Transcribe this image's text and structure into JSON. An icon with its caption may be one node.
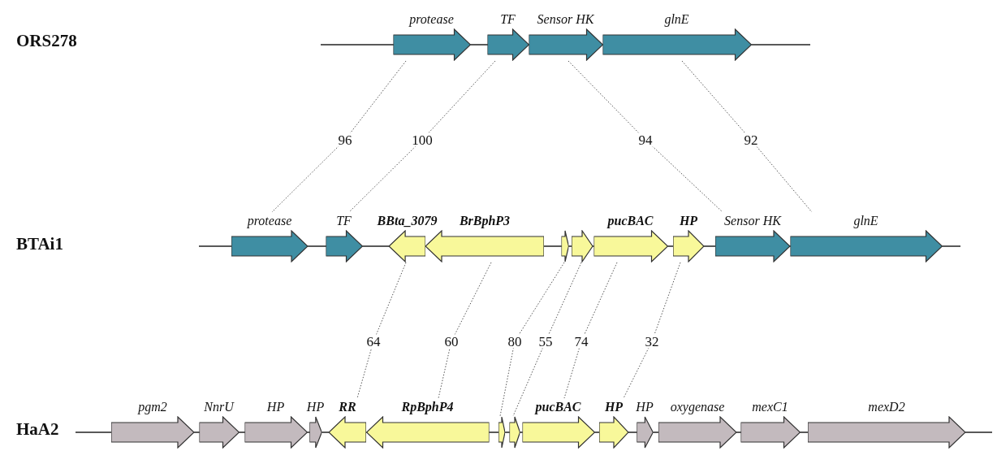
{
  "diagram": {
    "nodes": [
      {
        "text": [
          "protease"
        ]
      },
      {
        "text": [
          "TF"
        ]
      },
      {
        "text": [
          "Sensor HK"
        ]
      },
      {
        "text": [
          "glnE"
        ]
      },
      {
        "text": [
          "protease"
        ]
      },
      {
        "text": [
          "TF"
        ]
      },
      {
        "text": [
          "BBta_3079"
        ]
      },
      {
        "text": [
          "BrBphP3"
        ]
      },
      {
        "text": [],
        "shape": "arrow"
      },
      {
        "text": [],
        "shape": "arrow"
      },
      {
        "text": [
          "pucBAC"
        ]
      },
      {
        "text": [
          "HP"
        ]
      },
      {
        "text": [
          "Sensor HK"
        ]
      },
      {
        "text": [
          "glnE"
        ]
      },
      {
        "text": [
          "pgm2"
        ]
      },
      {
        "text": [
          "NnrU"
        ]
      },
      {
        "text": [
          "HP"
        ]
      },
      {
        "text": [
          "HP"
        ]
      },
      {
        "text": [
          "RR"
        ]
      },
      {
        "text": [
          "RpBphP4"
        ]
      },
      {
        "text": [],
        "shape": "arrow"
      },
      {
        "text": [],
        "shape": "arrow"
      },
      {
        "text": [
          "pucBAC"
        ]
      },
      {
        "text": [
          "HP"
        ]
      },
      {
        "text": [
          "HP"
        ]
      },
      {
        "text": [
          "oxygenase"
        ]
      },
      {
        "text": [
          "mexC1"
        ]
      },
      {
        "text": [
          "mexD2"
        ]
      }
    ],
    "edges": [
      {
        "from": 0,
        "to": 4,
        "arrow": "none",
        "label": "96"
      },
      {
        "from": 1,
        "to": 5,
        "arrow": "none",
        "label": "100"
      },
      {
        "from": 2,
        "to": 12,
        "arrow": "none",
        "label": "94"
      },
      {
        "from": 3,
        "to": 13,
        "arrow": "none",
        "label": "92"
      },
      {
        "from": 6,
        "to": 18,
        "arrow": "none",
        "label": "64"
      },
      {
        "from": 7,
        "to": 19,
        "arrow": "none",
        "label": "60"
      },
      {
        "from": 8,
        "to": 20,
        "arrow": "none",
        "label": "80"
      },
      {
        "from": 9,
        "to": 21,
        "arrow": "none",
        "label": "55"
      },
      {
        "from": 10,
        "to": 22,
        "arrow": "none",
        "label": "74"
      },
      {
        "from": 11,
        "to": 23,
        "arrow": "none",
        "label": "32"
      }
    ],
    "labels": [
      "ORS278",
      "BTAi1",
      "HaA2"
    ]
  }
}
